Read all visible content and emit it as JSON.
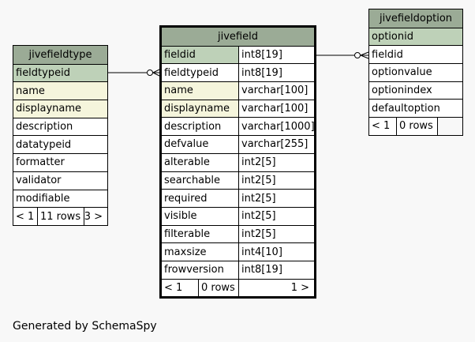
{
  "caption": "Generated by SchemaSpy",
  "jivefieldtype": {
    "title": "jivefieldtype",
    "rows": [
      "fieldtypeid",
      "name",
      "displayname",
      "description",
      "datatypeid",
      "formatter",
      "validator",
      "modifiable"
    ],
    "footer": [
      "< 1",
      "11 rows",
      "3 >"
    ]
  },
  "jivefield": {
    "title": "jivefield",
    "rows": [
      [
        "fieldid",
        "int8[19]"
      ],
      [
        "fieldtypeid",
        "int8[19]"
      ],
      [
        "name",
        "varchar[100]"
      ],
      [
        "displayname",
        "varchar[100]"
      ],
      [
        "description",
        "varchar[1000]"
      ],
      [
        "defvalue",
        "varchar[255]"
      ],
      [
        "alterable",
        "int2[5]"
      ],
      [
        "searchable",
        "int2[5]"
      ],
      [
        "required",
        "int2[5]"
      ],
      [
        "visible",
        "int2[5]"
      ],
      [
        "filterable",
        "int2[5]"
      ],
      [
        "maxsize",
        "int4[10]"
      ],
      [
        "frowversion",
        "int8[19]"
      ]
    ],
    "footer": [
      "< 1",
      "0 rows",
      "1 >"
    ]
  },
  "jivefieldoption": {
    "title": "jivefieldoption",
    "rows": [
      "optionid",
      "fieldid",
      "optionvalue",
      "optionindex",
      "defaultoption"
    ],
    "footer": [
      "< 1",
      "0 rows"
    ]
  },
  "colors": {
    "header": "#9bab96",
    "primary_key": "#bed1b8",
    "indexed": "#f5f5dc",
    "background": "#f8f8f8"
  }
}
